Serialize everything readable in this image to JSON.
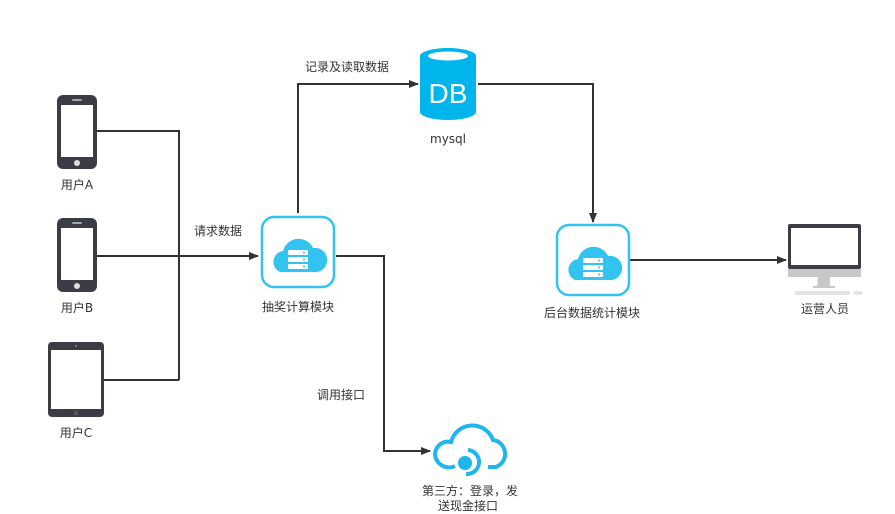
{
  "colors": {
    "line": "#333333",
    "accent": "#33c3f0",
    "db": "#00b5ec",
    "device": "#3b3c46",
    "monitor_base": "#c8c8c8"
  },
  "nodes": {
    "user_a": {
      "label": "用户A",
      "icon": "smartphone-icon"
    },
    "user_b": {
      "label": "用户B",
      "icon": "smartphone-icon"
    },
    "user_c": {
      "label": "用户C",
      "icon": "tablet-icon"
    },
    "lottery": {
      "label": "抽奖计算模块",
      "icon": "cloud-server-icon"
    },
    "db": {
      "label": "mysql",
      "icon": "database-icon",
      "icon_text": "DB"
    },
    "stats": {
      "label": "后台数据统计模块",
      "icon": "cloud-server-icon"
    },
    "operator": {
      "label": "运营人员",
      "icon": "desktop-monitor-icon"
    },
    "third_party": {
      "label_line1": "第三方：登录，发",
      "label_line2": "送现金接口",
      "icon": "cloud-api-icon"
    }
  },
  "edges": {
    "request": {
      "label": "请求数据"
    },
    "record": {
      "label": "记录及读取数据"
    },
    "call": {
      "label": "调用接口"
    }
  }
}
